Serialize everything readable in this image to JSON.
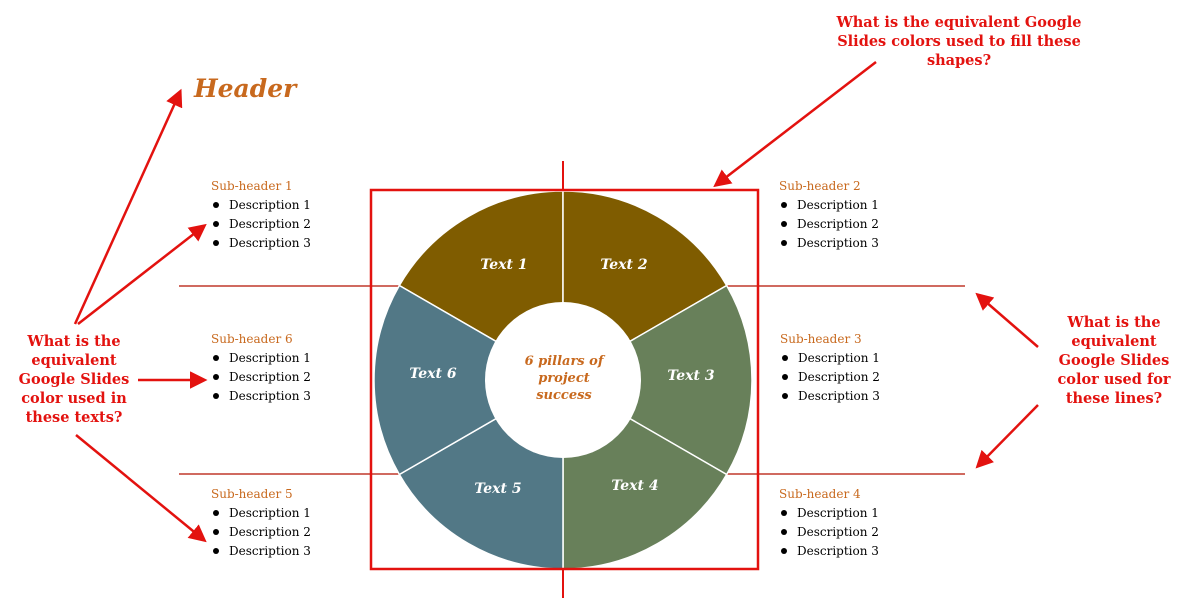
{
  "header": "Header",
  "center": {
    "line1": "6 pillars of",
    "line2": "project",
    "line3": "success"
  },
  "segments": [
    {
      "label": "Text 1",
      "color": "#7F5C00"
    },
    {
      "label": "Text 2",
      "color": "#7F5C00"
    },
    {
      "label": "Text 3",
      "color": "#68805A"
    },
    {
      "label": "Text 4",
      "color": "#68805A"
    },
    {
      "label": "Text 5",
      "color": "#527886"
    },
    {
      "label": "Text 6",
      "color": "#527886"
    }
  ],
  "blocks": [
    {
      "title": "Sub-header 1",
      "items": [
        "Description 1",
        "Description 2",
        "Description 3"
      ]
    },
    {
      "title": "Sub-header 2",
      "items": [
        "Description 1",
        "Description 2",
        "Description 3"
      ]
    },
    {
      "title": "Sub-header 3",
      "items": [
        "Description 1",
        "Description 2",
        "Description 3"
      ]
    },
    {
      "title": "Sub-header 4",
      "items": [
        "Description 1",
        "Description 2",
        "Description 3"
      ]
    },
    {
      "title": "Sub-header 5",
      "items": [
        "Description 1",
        "Description 2",
        "Description 3"
      ]
    },
    {
      "title": "Sub-header 6",
      "items": [
        "Description 1",
        "Description 2",
        "Description 3"
      ]
    }
  ],
  "questions": {
    "fill": [
      "What is the equivalent Google",
      "Slides colors used to fill these",
      "shapes?"
    ],
    "text": [
      "What is the",
      "equivalent",
      "Google Slides",
      "color used in",
      "these texts?"
    ],
    "lines": [
      "What is the",
      "equivalent",
      "Google Slides",
      "color used for",
      "these lines?"
    ]
  },
  "colors": {
    "accent_orange": "#C8691E",
    "annotation_red": "#E3120F",
    "guide_line": "#C0392B",
    "brown": "#7F5C00",
    "green": "#68805A",
    "blue": "#527886"
  }
}
